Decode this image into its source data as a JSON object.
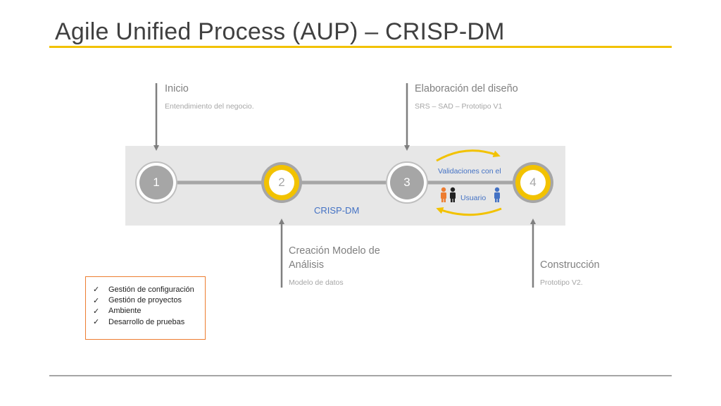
{
  "slide": {
    "title": "Agile Unified Process (AUP) – CRISP-DM"
  },
  "colors": {
    "accent_yellow": "#f2c200",
    "node_grey": "#a6a6a6",
    "label_blue": "#4472c4",
    "box_orange": "#ed7d31"
  },
  "phases": [
    {
      "id": "inicio",
      "title": "Inicio",
      "desc": "Entendimiento del negocio."
    },
    {
      "id": "elaboracion",
      "title": "Elaboración del diseño",
      "desc": "SRS – SAD – Prototipo V1"
    },
    {
      "id": "creacion",
      "title": "Creación Modelo de Análisis",
      "desc": "Modelo de datos"
    },
    {
      "id": "construccion",
      "title": "Construcción",
      "desc": "Prototipo V2."
    }
  ],
  "nodes": [
    {
      "number": "1",
      "style": "grey"
    },
    {
      "number": "2",
      "style": "yellow"
    },
    {
      "number": "3",
      "style": "grey"
    },
    {
      "number": "4",
      "style": "yellow"
    }
  ],
  "crisp_label": "CRISP-DM",
  "validation": {
    "label": "Validaciones con el",
    "user_label": "Usuario",
    "icons": [
      "user-icon-orange",
      "user-icon-black",
      "user-icon-blue"
    ]
  },
  "checklist": {
    "items": [
      "Gestión de configuración",
      "Gestión de proyectos",
      "Ambiente",
      "Desarrollo de pruebas"
    ]
  }
}
